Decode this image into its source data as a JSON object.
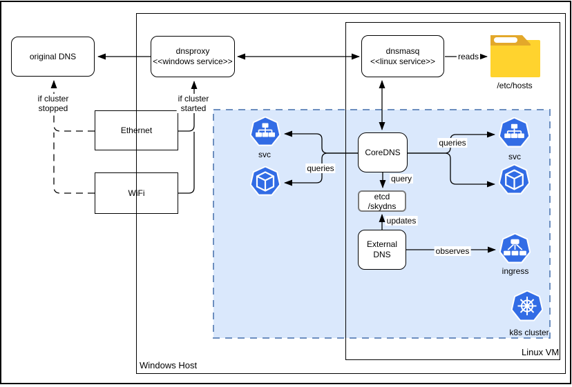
{
  "colors": {
    "k8s_blue": "#326ce5",
    "area_fill": "#dae8fc",
    "area_border": "#6c8ebf",
    "folder_body": "#ffd32e",
    "folder_tab": "#e3a82a",
    "etcd_border": "#7a7a7a"
  },
  "containers": {
    "windows_host": "Windows Host",
    "linux_vm": "Linux VM"
  },
  "nodes": {
    "original_dns": "original DNS",
    "dnsproxy_title": "dnsproxy",
    "dnsproxy_stereotype": "<<windows service>>",
    "dnsmasq_title": "dnsmasq",
    "dnsmasq_stereotype": "<<linux service>>",
    "ethernet": "Ethernet",
    "wifi": "WiFi",
    "coredns": "CoreDNS",
    "etcd_line1": "etcd",
    "etcd_line2": "/skydns",
    "external_dns_line1": "External",
    "external_dns_line2": "DNS",
    "etc_hosts": "/etc/hosts"
  },
  "icon_labels": {
    "svc_left": "svc",
    "svc_right": "svc",
    "ingress": "ingress",
    "k8s_cluster": "k8s cluster"
  },
  "edge_labels": {
    "reads": "reads",
    "queries_left": "queries",
    "queries_right": "queries",
    "query": "query",
    "updates": "updates",
    "observes": "observes",
    "if_stopped_line1": "if cluster",
    "if_stopped_line2": "stopped",
    "if_started_line1": "if cluster",
    "if_started_line2": "started"
  }
}
